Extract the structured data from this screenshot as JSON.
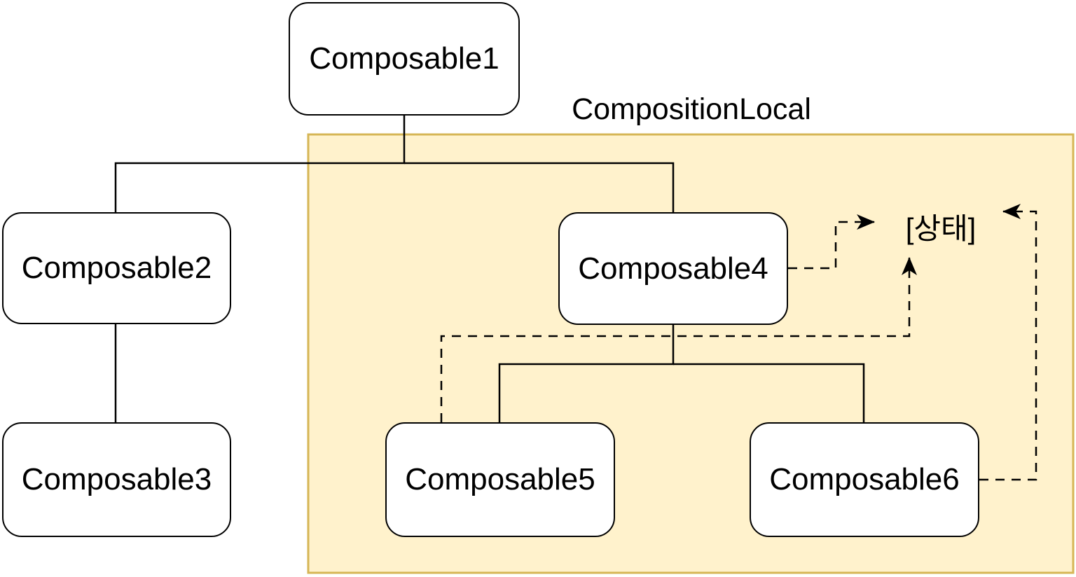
{
  "region": {
    "label": "CompositionLocal",
    "fill": "#FFF2CC",
    "border": "#D6B656"
  },
  "state": {
    "label": "[상태]"
  },
  "nodes": [
    {
      "id": "composable1",
      "label": "Composable1"
    },
    {
      "id": "composable2",
      "label": "Composable2"
    },
    {
      "id": "composable3",
      "label": "Composable3"
    },
    {
      "id": "composable4",
      "label": "Composable4"
    },
    {
      "id": "composable5",
      "label": "Composable5"
    },
    {
      "id": "composable6",
      "label": "Composable6"
    }
  ],
  "connections": [
    {
      "from": "Composable1",
      "to": "Composable2",
      "style": "solid"
    },
    {
      "from": "Composable1",
      "to": "Composable4",
      "style": "solid"
    },
    {
      "from": "Composable2",
      "to": "Composable3",
      "style": "solid"
    },
    {
      "from": "Composable4",
      "to": "Composable5",
      "style": "solid"
    },
    {
      "from": "Composable4",
      "to": "Composable6",
      "style": "solid"
    },
    {
      "from": "Composable4",
      "to": "[상태]",
      "style": "dashed-arrow"
    },
    {
      "from": "Composable5",
      "to": "[상태]",
      "style": "dashed-arrow"
    },
    {
      "from": "Composable6",
      "to": "[상태]",
      "style": "dashed-arrow"
    }
  ],
  "colors": {
    "node_fill": "#FFFFFF",
    "node_border": "#000000",
    "edge": "#000000",
    "background": "#FFFFFF"
  }
}
